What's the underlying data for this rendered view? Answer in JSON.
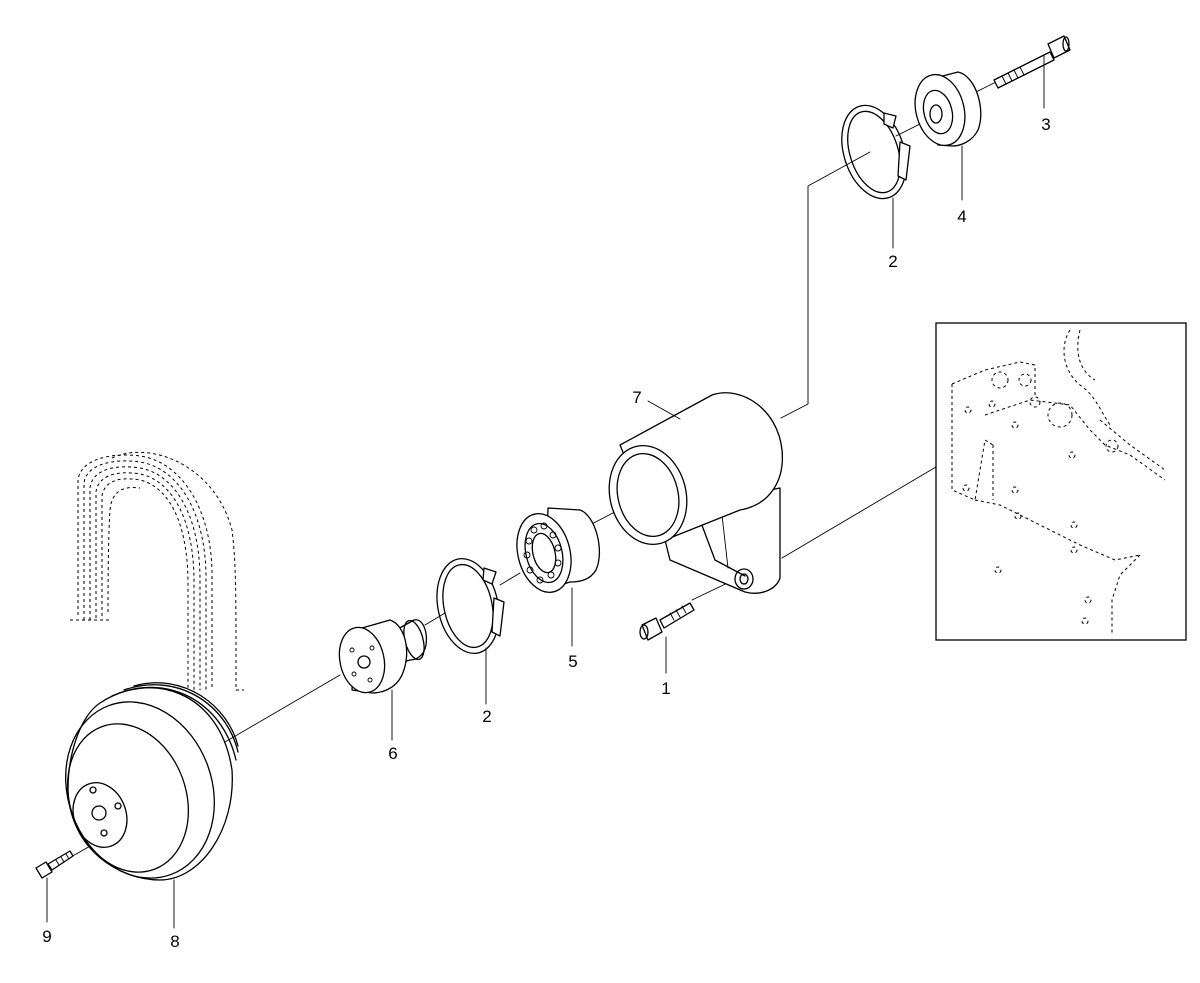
{
  "diagram": {
    "callouts": [
      {
        "id": "c1",
        "label": "1"
      },
      {
        "id": "c2a",
        "label": "2"
      },
      {
        "id": "c2b",
        "label": "2"
      },
      {
        "id": "c3",
        "label": "3"
      },
      {
        "id": "c4",
        "label": "4"
      },
      {
        "id": "c5",
        "label": "5"
      },
      {
        "id": "c6",
        "label": "6"
      },
      {
        "id": "c7",
        "label": "7"
      },
      {
        "id": "c8",
        "label": "8"
      },
      {
        "id": "c9",
        "label": "9"
      }
    ]
  }
}
